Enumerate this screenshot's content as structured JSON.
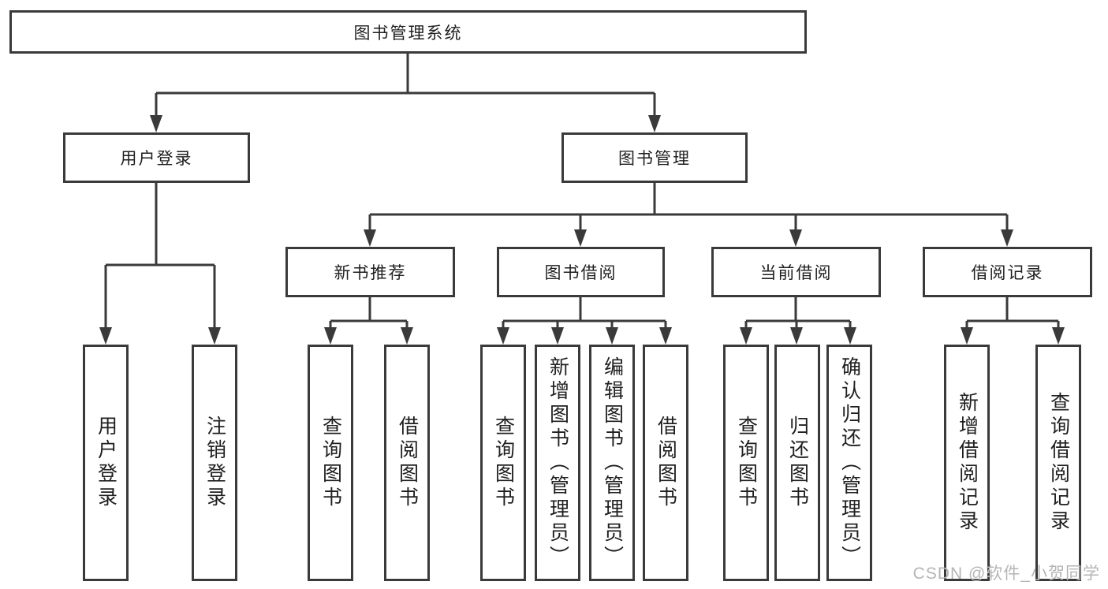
{
  "tree": {
    "label": "图书管理系统",
    "children": [
      {
        "label": "用户登录",
        "children": [
          {
            "label": "用户登录"
          },
          {
            "label": "注销登录"
          }
        ]
      },
      {
        "label": "图书管理",
        "children": [
          {
            "label": "新书推荐",
            "children": [
              {
                "label": "查询图书"
              },
              {
                "label": "借阅图书"
              }
            ]
          },
          {
            "label": "图书借阅",
            "children": [
              {
                "label": "查询图书"
              },
              {
                "label": "新增图书（管理员）"
              },
              {
                "label": "编辑图书（管理员）"
              },
              {
                "label": "借阅图书"
              }
            ]
          },
          {
            "label": "当前借阅",
            "children": [
              {
                "label": "查询图书"
              },
              {
                "label": "归还图书"
              },
              {
                "label": "确认归还（管理员）"
              }
            ]
          },
          {
            "label": "借阅记录",
            "children": [
              {
                "label": "新增借阅记录"
              },
              {
                "label": "查询借阅记录"
              }
            ]
          }
        ]
      }
    ]
  },
  "watermark": "CSDN @软件_小贺同学",
  "colors": {
    "line": "#3a3a3a",
    "box_border": "#3a3a3a",
    "text": "#1f1f1f",
    "watermark": "#b5b5b5",
    "background": "#ffffff"
  }
}
